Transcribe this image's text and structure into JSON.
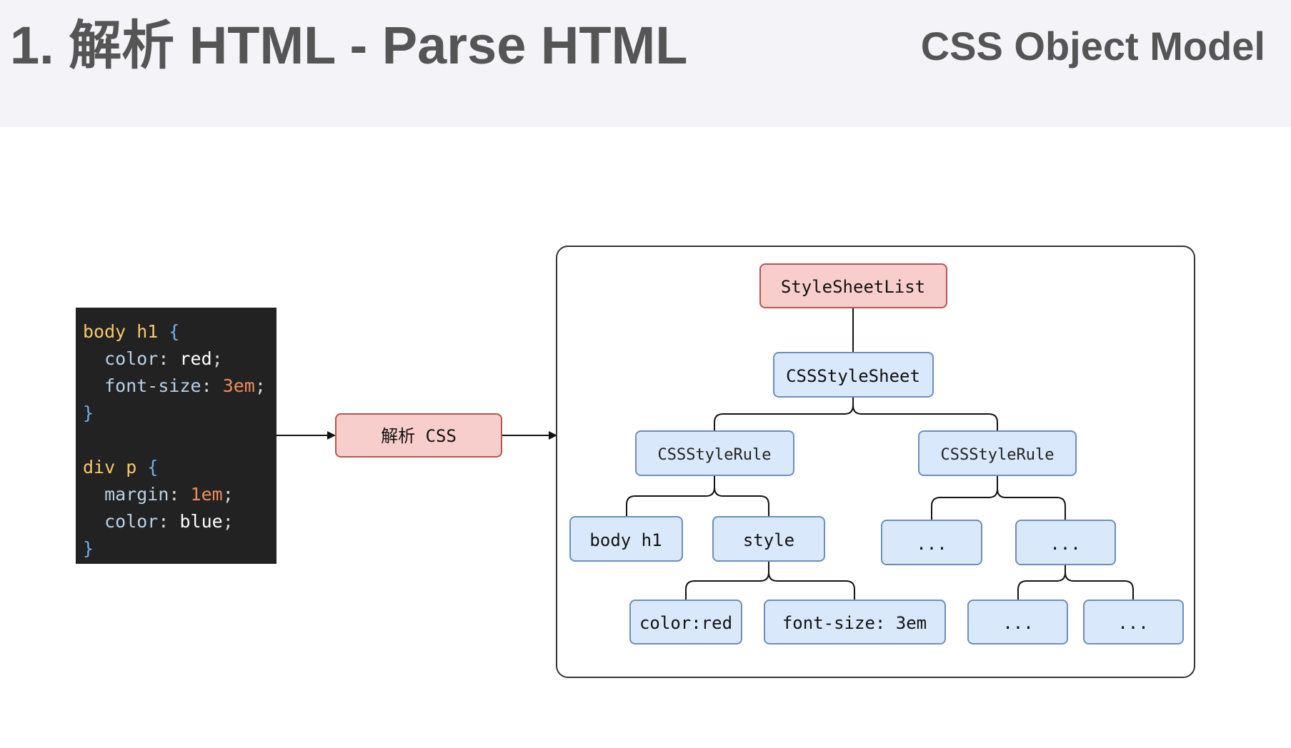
{
  "header": {
    "title": "1. 解析 HTML - Parse HTML",
    "subtitle": "CSS Object Model"
  },
  "code": {
    "lines": [
      [
        {
          "t": "body h1 ",
          "c": "sel"
        },
        {
          "t": "{",
          "c": "brace"
        }
      ],
      [
        {
          "t": "  color",
          "c": "prop"
        },
        {
          "t": ": ",
          "c": "punc"
        },
        {
          "t": "red",
          "c": "kw"
        },
        {
          "t": ";",
          "c": "punc"
        }
      ],
      [
        {
          "t": "  font-size",
          "c": "prop"
        },
        {
          "t": ": ",
          "c": "punc"
        },
        {
          "t": "3em",
          "c": "num"
        },
        {
          "t": ";",
          "c": "punc"
        }
      ],
      [
        {
          "t": "}",
          "c": "brace"
        }
      ],
      [],
      [
        {
          "t": "div p ",
          "c": "sel"
        },
        {
          "t": "{",
          "c": "brace"
        }
      ],
      [
        {
          "t": "  margin",
          "c": "prop"
        },
        {
          "t": ": ",
          "c": "punc"
        },
        {
          "t": "1em",
          "c": "num"
        },
        {
          "t": ";",
          "c": "punc"
        }
      ],
      [
        {
          "t": "  color",
          "c": "prop"
        },
        {
          "t": ": ",
          "c": "punc"
        },
        {
          "t": "blue",
          "c": "kw"
        },
        {
          "t": ";",
          "c": "punc"
        }
      ],
      [
        {
          "t": "}",
          "c": "brace"
        }
      ]
    ]
  },
  "process": {
    "label": "解析 CSS"
  },
  "tree": {
    "root": "StyleSheetList",
    "sheet": "CSSStyleSheet",
    "rule_left": "CSSStyleRule",
    "rule_right": "CSSStyleRule",
    "selector": "body h1",
    "style": "style",
    "decl_color": "color:red",
    "decl_font": "font-size: 3em",
    "ellipsis": "..."
  },
  "colors": {
    "header_bg": "#f4f4f8",
    "title_text": "#555555",
    "code_bg": "#222222",
    "red_fill": "#f8cecc",
    "red_stroke": "#b85450",
    "blue_fill": "#dae8fc",
    "blue_stroke": "#6c8ebf",
    "line": "#111111"
  }
}
